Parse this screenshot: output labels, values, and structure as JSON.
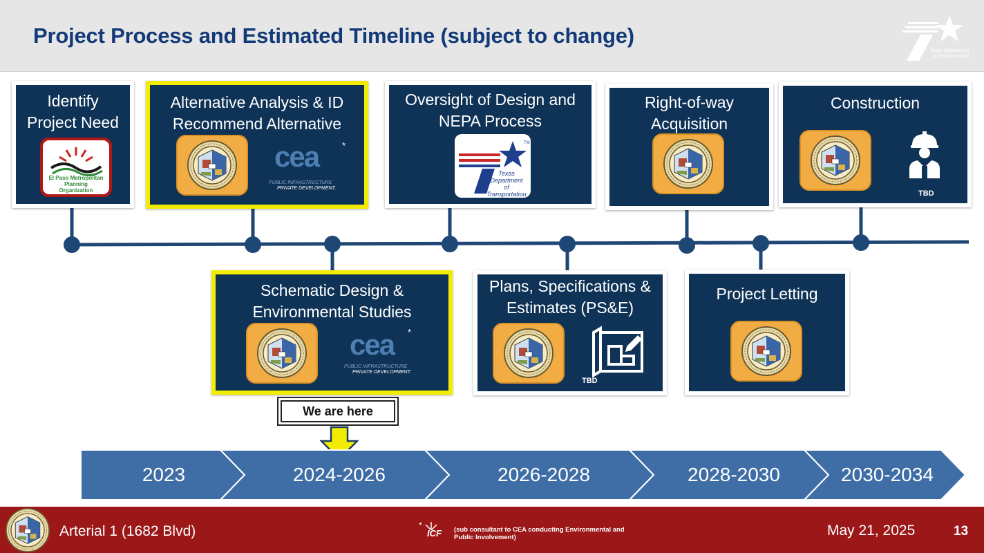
{
  "header": {
    "title": "Project Process and Estimated Timeline (subject to change)",
    "logo_text": "Texas Department of Transportation"
  },
  "steps": [
    {
      "id": "identify",
      "title": "Identify Project Need",
      "logos": [
        "El Paso Metropolitan Planning Organization"
      ]
    },
    {
      "id": "alternative",
      "title": "Alternative Analysis & ID Recommend Alternative",
      "highlighted": true,
      "logos": [
        "City of Socorro",
        "CEA"
      ],
      "cea_star": "*"
    },
    {
      "id": "oversight",
      "title": "Oversight of Design and NEPA Process",
      "logos": [
        "Texas Department of Transportation"
      ]
    },
    {
      "id": "row",
      "title": "Right-of-way Acquisition",
      "logos": [
        "City of Socorro"
      ]
    },
    {
      "id": "construction",
      "title": "Construction",
      "logos": [
        "City of Socorro",
        "worker-icon"
      ],
      "tbd": "TBD"
    },
    {
      "id": "schematic",
      "title": "Schematic Design & Environmental Studies",
      "highlighted": true,
      "logos": [
        "City of Socorro",
        "CEA"
      ],
      "cea_star": "*"
    },
    {
      "id": "pse",
      "title": "Plans, Specifications & Estimates (PS&E)",
      "logos": [
        "City of Socorro",
        "blueprint-icon"
      ],
      "tbd": "TBD"
    },
    {
      "id": "letting",
      "title": "Project Letting",
      "logos": [
        "City of Socorro"
      ]
    }
  ],
  "logos": {
    "mpo": "El Paso Metropolitan Planning Organization",
    "cea": "cea",
    "cea_tagline_1": "PUBLIC INFRASTRUCTURE",
    "cea_tagline_2": "PRIVATE DEVELOPMENT.",
    "txdot_1": "Texas",
    "txdot_2": "Department",
    "txdot_3": "of Transportation",
    "txdot_tm": "TM"
  },
  "indicator": {
    "label": "We are here"
  },
  "phases": [
    "2023",
    "2024-2026",
    "2026-2028",
    "2028-2030",
    "2030-2034"
  ],
  "footer": {
    "project": "Arterial 1 (1682 Blvd)",
    "icf_star": "*",
    "icf": "ICF",
    "note": "(sub consultant to CEA conducting Environmental and Public Involvement)",
    "date": "May 21, 2025",
    "page": "13"
  },
  "colors": {
    "title": "#123a78",
    "box": "#0f3357",
    "highlight": "#f2ec00",
    "timeline": "#1f4775",
    "phase": "#3f6ea7",
    "footer": "#9b1718",
    "seal_bg": "#f1ad43"
  }
}
